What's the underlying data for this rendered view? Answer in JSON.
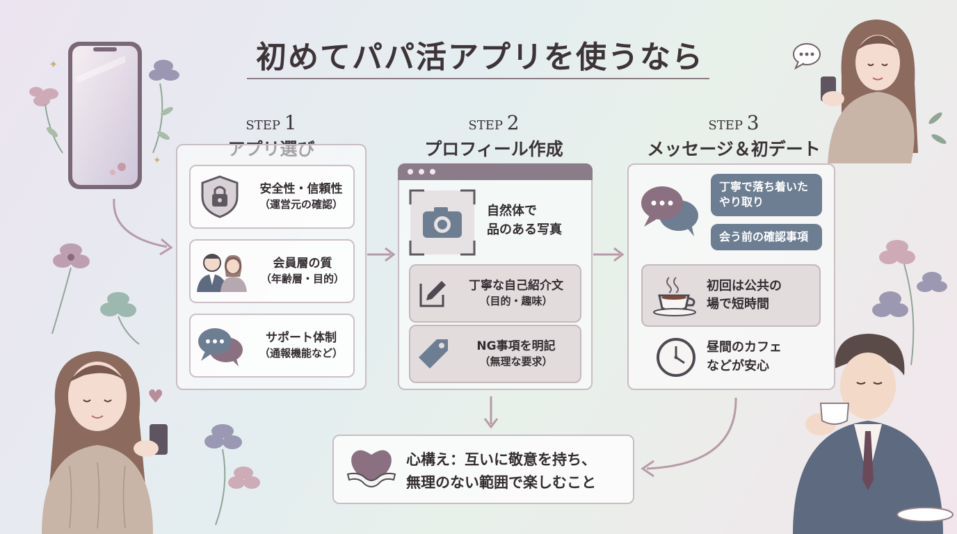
{
  "title": "初めてパパ活アプリを使うなら",
  "steps": [
    {
      "prefix": "STEP",
      "number": "1",
      "title": "アプリ選び",
      "items": [
        {
          "icon": "shield-lock-icon",
          "line1": "安全性・信頼性",
          "line2": "（運営元の確認）"
        },
        {
          "icon": "couple-icon",
          "line1": "会員層の質",
          "line2": "（年齢層・目的）"
        },
        {
          "icon": "chat-bubbles-icon",
          "line1": "サポート体制",
          "line2": "（通報機能など）"
        }
      ]
    },
    {
      "prefix": "STEP",
      "number": "2",
      "title": "プロフィール作成",
      "items": [
        {
          "icon": "camera-icon",
          "line1": "自然体で",
          "line2": "品のある写真"
        },
        {
          "icon": "pencil-icon",
          "line1": "丁寧な自己紹介文",
          "line2": "（目的・趣味）"
        },
        {
          "icon": "tag-icon",
          "line1": "NG事項を明記",
          "line2": "（無理な要求）"
        }
      ]
    },
    {
      "prefix": "STEP",
      "number": "3",
      "title": "メッセージ＆初デート",
      "bubbles": [
        "丁寧で落ち着いた",
        "やり取り",
        "会う前の確認事項"
      ],
      "items": [
        {
          "icon": "coffee-cup-icon",
          "line1": "初回は公共の",
          "line2": "場で短時間"
        },
        {
          "icon": "clock-icon",
          "line1": "昼間のカフェ",
          "line2": "などが安心"
        }
      ]
    }
  ],
  "mindset": {
    "icon": "heart-hands-icon",
    "line1": "心構え：互いに敬意を持ち、",
    "line2": "無理のない範囲で楽しむこと"
  },
  "colors": {
    "accent": "#6d7e92",
    "panel_border": "#c9bcc3",
    "arrow": "#b79aa8",
    "text": "#332c31"
  }
}
